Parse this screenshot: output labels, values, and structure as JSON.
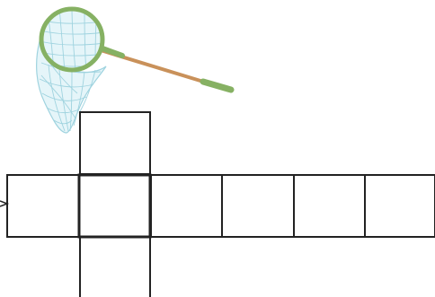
{
  "net": {
    "icon": "butterfly-net-icon",
    "rim_color": "#86b163",
    "handle_color": "#c9915a",
    "grip_color": "#86b163",
    "mesh_color": "#9fd3df",
    "mesh_fill": "#e5f5f9"
  },
  "grid": {
    "line_color": "#222222",
    "cells": [
      {
        "id": "cell-top"
      },
      {
        "id": "cell-row-1"
      },
      {
        "id": "cell-row-2"
      },
      {
        "id": "cell-row-3"
      },
      {
        "id": "cell-row-4"
      },
      {
        "id": "cell-row-5"
      },
      {
        "id": "cell-row-6"
      },
      {
        "id": "cell-bottom"
      }
    ]
  }
}
